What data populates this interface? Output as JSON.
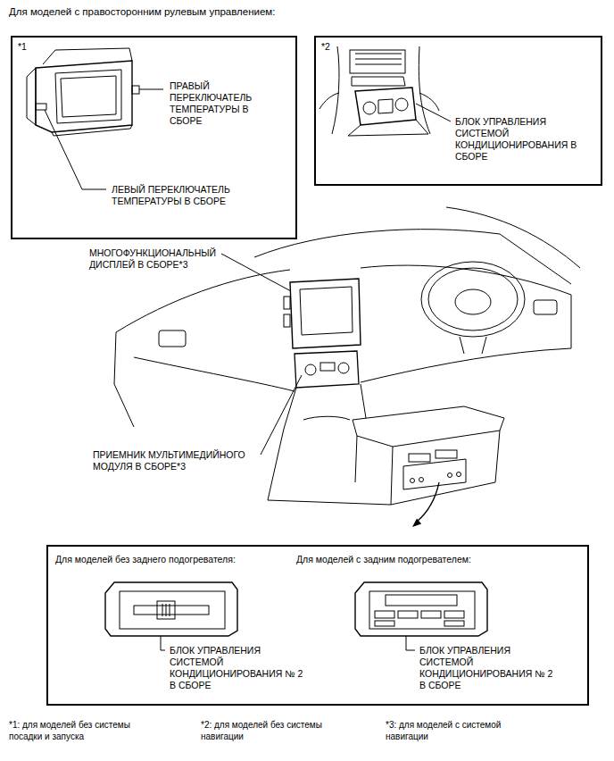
{
  "diagram": {
    "title": "Для моделей с правосторонним рулевым управлением:",
    "nodes": [
      {
        "text": [
          "*1",
          "ПРАВЫЙ ПЕРЕКЛЮЧАТЕЛЬ ТЕМПЕРАТУРЫ В СБОРЕ",
          "ЛЕВЫЙ ПЕРЕКЛЮЧАТЕЛЬ ТЕМПЕРАТУРЫ В СБОРЕ"
        ]
      },
      {
        "text": [
          "*2",
          "БЛОК УПРАВЛЕНИЯ СИСТЕМОЙ КОНДИЦИОНИРОВАНИЯ В СБОРЕ"
        ]
      },
      {
        "text": [
          "Для моделей без заднего подогревателя:",
          "Для моделей с задним подогревателем:",
          "БЛОК УПРАВЛЕНИЯ СИСТЕМОЙ КОНДИЦИОНИРОВАНИЯ № 2 В СБОРЕ",
          "БЛОК УПРАВЛЕНИЯ СИСТЕМОЙ КОНДИЦИОНИРОВАНИЯ № 2 В СБОРЕ"
        ]
      }
    ],
    "labels": [
      "МНОГОФУНКЦИОНАЛЬНЫЙ ДИСПЛЕЙ В СБОРЕ*3",
      "ПРИЕМНИК МУЛЬТИМЕДИЙНОГО МОДУЛЯ В СБОРЕ*3",
      "*1: для моделей без системы посадки и запуска",
      "*2: для моделей без системы навигации",
      "*3: для моделей с системой навигации"
    ]
  }
}
